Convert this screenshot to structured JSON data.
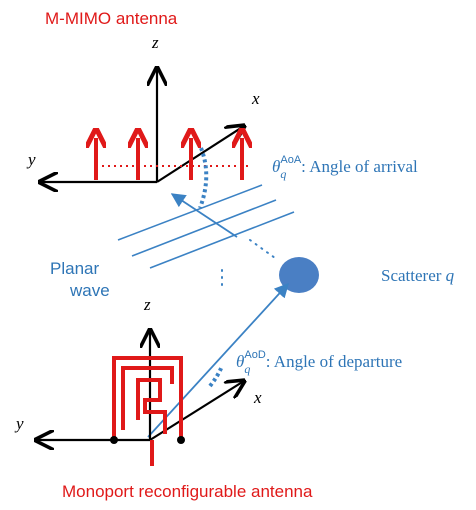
{
  "colors": {
    "accent_red": "#e01919",
    "accent_blue": "#2e75b6",
    "line_blue": "#3b82c4",
    "scatterer": "#4a7fc4",
    "axis": "#000000"
  },
  "top_antenna": {
    "title": "M-MIMO antenna",
    "axes": {
      "z": "z",
      "x": "x",
      "y": "y"
    }
  },
  "aoa": {
    "theta": "θ",
    "subscript": "q",
    "superscript": "AoA",
    "text": ": Angle of arrival"
  },
  "planar_wave": {
    "line1": "Planar",
    "line2": "wave"
  },
  "scatterer": {
    "label": "Scatterer ",
    "q": "q"
  },
  "aod": {
    "theta": "θ",
    "subscript": "q",
    "superscript": "AoD",
    "text": ": Angle of departure"
  },
  "bottom_antenna": {
    "title": "Monoport reconfigurable antenna",
    "axes": {
      "z": "z",
      "x": "x",
      "y": "y"
    }
  }
}
